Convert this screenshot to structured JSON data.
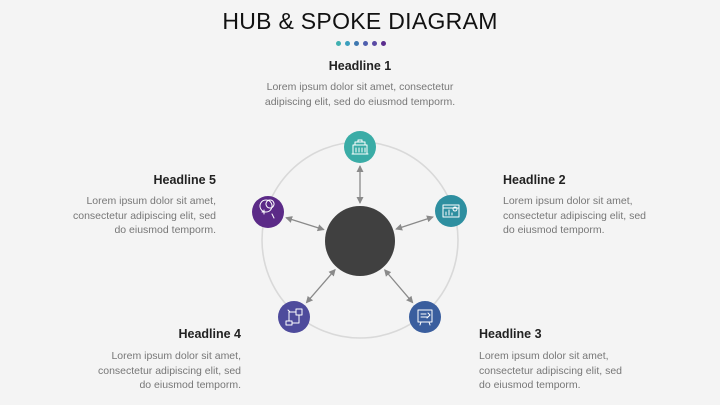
{
  "title": "HUB & SPOKE DIAGRAM",
  "dot_colors": [
    "#3fb0b0",
    "#3a9fbe",
    "#3f78b0",
    "#4f5fae",
    "#5a4aa4",
    "#5b2d8e"
  ],
  "hub_color": "#404040",
  "ring_color": "#d9d9d9",
  "arrow_color": "#8a8a8a",
  "nodes": [
    {
      "headline": "Headline 1",
      "body": "Lorem ipsum dolor sit amet, consectetur\nadipiscing elit, sed do eiusmod temporm.",
      "color": "#3aaca6",
      "icon": "building-icon"
    },
    {
      "headline": "Headline 2",
      "body": "Lorem ipsum dolor sit amet,\nconsectetur adipiscing elit, sed\ndo eiusmod temporm.",
      "color": "#2e8fa0",
      "icon": "dashboard-icon"
    },
    {
      "headline": "Headline 3",
      "body": "Lorem ipsum dolor sit amet,\nconsectetur adipiscing elit, sed\ndo eiusmod temporm.",
      "color": "#3a5e9e",
      "icon": "presentation-icon"
    },
    {
      "headline": "Headline 4",
      "body": "Lorem ipsum dolor sit amet,\nconsectetur adipiscing elit, sed\ndo eiusmod temporm.",
      "color": "#4e4b9c",
      "icon": "workflow-icon"
    },
    {
      "headline": "Headline 5",
      "body": "Lorem ipsum dolor sit amet,\nconsectetur adipiscing elit, sed\ndo eiusmod temporm.",
      "color": "#5b2a87",
      "icon": "money-gear-icon"
    }
  ]
}
